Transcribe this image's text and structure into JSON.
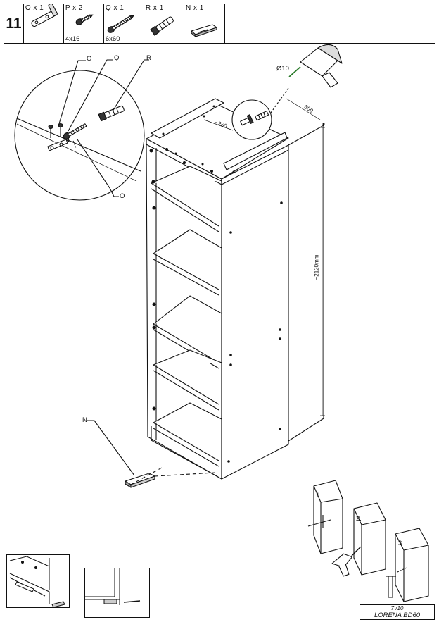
{
  "step": {
    "number": "11"
  },
  "parts": [
    {
      "label": "O x 1",
      "size": "",
      "icon": "angle-bracket-icon"
    },
    {
      "label": "P x 2",
      "size": "4x16",
      "icon": "screw-icon"
    },
    {
      "label": "Q x 1",
      "size": "6x60",
      "icon": "long-screw-icon"
    },
    {
      "label": "R x 1",
      "size": "",
      "icon": "wall-plug-icon"
    },
    {
      "label": "N x 1",
      "size": "",
      "icon": "felt-pad-icon"
    }
  ],
  "callouts": {
    "o_top": "O",
    "q": "Q",
    "r": "R",
    "o_bottom": "O",
    "n": "N",
    "drill": "Ø10"
  },
  "dimensions": {
    "depth": "300",
    "offset": "~250",
    "height": "~2120mm"
  },
  "wall_steps": [
    "1.",
    "2.",
    "3."
  ],
  "footer": {
    "page": "7 /10",
    "product": "LORENA BD60"
  }
}
